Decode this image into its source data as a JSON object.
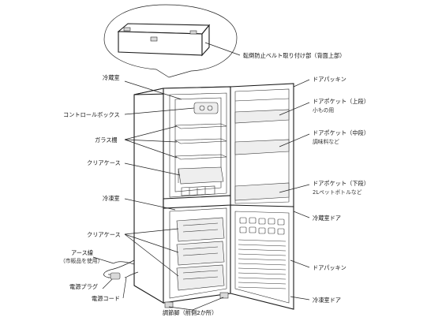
{
  "labels": {
    "tip_strap": "転倒防止ベルト取り付け部（背面上部）",
    "fridge_room": "冷蔵室",
    "control_box": "コントロールボックス",
    "glass_shelf": "ガラス棚",
    "clear_case_top": "クリアケース",
    "freezer_room": "冷凍室",
    "clear_case_bottom": "クリアケース",
    "earth_wire": "アース線",
    "earth_wire_note": "（市販品を使用）",
    "power_plug": "電源プラグ",
    "power_cord": "電源コード",
    "adjust_foot": "調節脚（前側2か所）",
    "door_gasket_top": "ドアパッキン",
    "door_pocket_top": "ドアポケット（上段）",
    "door_pocket_top_note": "小もの用",
    "door_pocket_mid": "ドアポケット（中段）",
    "door_pocket_mid_note": "調味料など",
    "door_pocket_low": "ドアポケット（下段）",
    "door_pocket_low_note": "2Lペットボトルなど",
    "fridge_door": "冷蔵室ドア",
    "door_gasket_bottom": "ドアパッキン",
    "freezer_door": "冷凍室ドア"
  },
  "icons": [
    "tip-strap-bracket-icon",
    "ice-tray-icon",
    "power-plug-icon"
  ]
}
